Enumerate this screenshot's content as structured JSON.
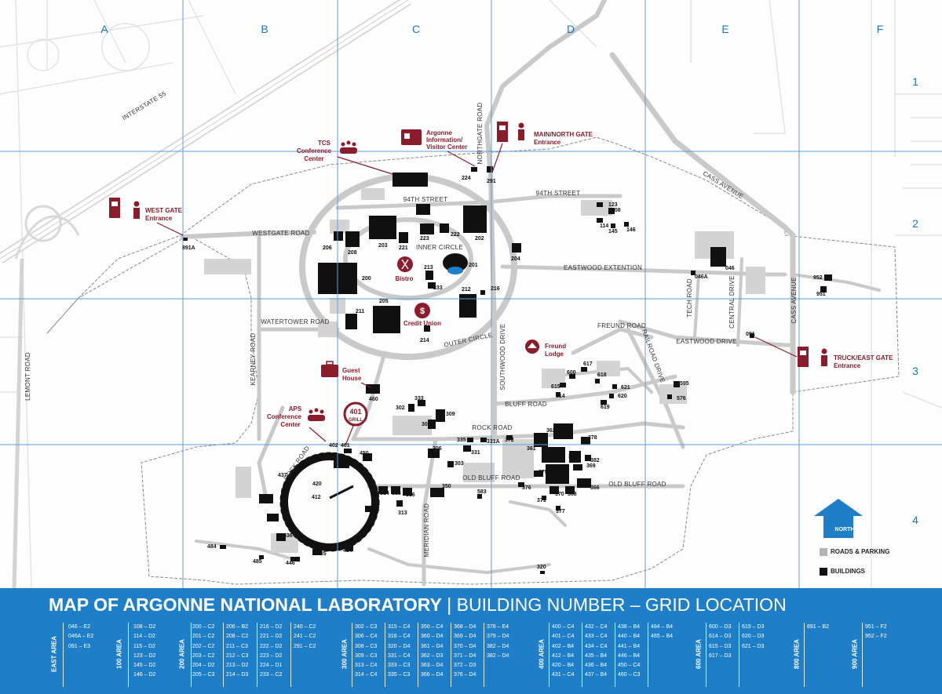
{
  "title": {
    "main": "MAP OF ARGONNE NATIONAL LABORATORY",
    "separator": "|",
    "sub": "BUILDING NUMBER – GRID LOCATION"
  },
  "grid": {
    "columns": [
      "A",
      "B",
      "C",
      "D",
      "E",
      "F"
    ],
    "rows": [
      "1",
      "2",
      "3",
      "4"
    ]
  },
  "roads": {
    "interstate": "INTERSTATE 55",
    "lemont": "LEMONT ROAD",
    "westgate": "WESTGATE ROAD",
    "watertower": "WATERTOWER ROAD",
    "kearney": "KEARNEY ROAD",
    "northgate": "NORTHGATE ROAD",
    "st94_left": "94TH STREET",
    "st94_right": "94TH STREET",
    "inner_circle": "INNER CIRCLE",
    "outer_circle": "OUTER CIRCLE",
    "eastwood_ext": "EASTWOOD EXTENTION",
    "eastwood_drive": "EASTWOOD DRIVE",
    "cass_avenue": "CASS AVENUE",
    "cass_avenue_2": "CASS AVENUE",
    "tech_road": "TECH ROAD",
    "central_drive": "CENTRAL DRIVE",
    "freund_road": "FREUND ROAD",
    "railroad_drive": "RAILROAD DRIVE",
    "southwood": "SOUTHWOOD DRIVE",
    "bluff_road": "BLUFF ROAD",
    "rock_road": "ROCK ROAD",
    "rock_road_2": "ROCK ROAD",
    "old_bluff_1": "OLD BLUFF ROAD",
    "old_bluff_2": "OLD BLUFF ROAD",
    "meridian": "MERIDIAN ROAD"
  },
  "poi": {
    "tcs_1": "TCS",
    "tcs_2": "Conference",
    "tcs_3": "Center",
    "info_1": "Argonne",
    "info_2": "Information/",
    "info_3": "Visitor Center",
    "main_gate_1": "MAIN/NORTH GATE",
    "main_gate_2": "Entrance",
    "west_gate_1": "WEST GATE",
    "west_gate_2": "Entrance",
    "truck_gate_1": "TRUCK/EAST GATE",
    "truck_gate_2": "Entrance",
    "bistro": "Bistro",
    "credit_union": "Credit Union",
    "freund_1": "Freund",
    "freund_2": "Lodge",
    "guest_1": "Guest",
    "guest_2": "House",
    "aps_1": "APS",
    "aps_2": "Conference",
    "aps_3": "Center",
    "grill_1": "401",
    "grill_2": "GRILL"
  },
  "buildings": {
    "b240": "240",
    "b224": "224",
    "b291": "291",
    "b241": "241",
    "b203": "203",
    "b223": "223",
    "b222": "222",
    "b202": "202",
    "b206": "206",
    "b208": "208",
    "b221": "221",
    "b204": "204",
    "b201": "201",
    "b213": "213",
    "b200": "200",
    "b233": "233",
    "b212": "212",
    "b216": "216",
    "b205": "205",
    "b211": "211",
    "b214": "214",
    "b891A": "891A",
    "b123": "123",
    "b108": "108",
    "b114": "114",
    "b145": "145",
    "b146": "146",
    "b046A": "046A",
    "b046": "046",
    "b952": "952",
    "b951": "951",
    "b091": "091",
    "b617": "617",
    "b600": "600",
    "b618": "618",
    "b615": "615",
    "b614": "614",
    "b621": "621",
    "b620": "620",
    "b619": "619",
    "b595": "595",
    "b576": "576",
    "b460": "460",
    "b302": "302",
    "b333": "333",
    "b309": "309",
    "b308": "308",
    "b335": "335",
    "b331A": "331A",
    "b372": "372",
    "b360": "360",
    "b362": "362",
    "b378": "378",
    "b361": "361",
    "b363": "363",
    "b382": "382",
    "b369": "369",
    "b306": "306",
    "b331": "331",
    "b303": "303",
    "b375": "375",
    "b365": "365",
    "b366": "366",
    "b376": "376",
    "b370": "370",
    "b368": "368",
    "b371": "371",
    "b377": "377",
    "b402": "402",
    "b401": "401",
    "b438": "438",
    "b450": "450",
    "b400": "400",
    "b437": "437",
    "b420": "420",
    "b412": "412",
    "b440": "440",
    "b441": "441",
    "b436": "436",
    "b432": "432",
    "b314": "314",
    "b315": "315",
    "b316": "316",
    "b313": "313",
    "b350": "350",
    "b583": "583",
    "b484": "484",
    "b485": "485",
    "b446": "446",
    "b435": "435",
    "b434": "434",
    "b320": "320"
  },
  "legend": {
    "north": "NORTH",
    "roads": "ROADS & PARKING",
    "buildings": "BUILDINGS",
    "roads_color": "#b3b3b3",
    "buildings_color": "#111111"
  },
  "colors": {
    "grid": "#1577c4",
    "poi": "#8b1c2b",
    "footer": "#1e7ec8"
  },
  "index": {
    "east": {
      "label": "EAST AREA",
      "columns": [
        [
          "046 – E2",
          "046A – E2",
          "091 – E3"
        ]
      ]
    },
    "a100": {
      "label": "100 AREA",
      "columns": [
        [
          "108 – D2",
          "114 – D2",
          "115 – D2",
          "123 – D2",
          "145 – D2",
          "146 – D2"
        ]
      ]
    },
    "a200": {
      "label": "200 AREA",
      "columns": [
        [
          "200 – C2",
          "201 – C2",
          "202 – C2",
          "203 – C2",
          "204 – D2",
          "205 – C3"
        ],
        [
          "206 – B2",
          "208 – C2",
          "211 – C3",
          "212 – C3",
          "213 – D2",
          "214 – D3"
        ],
        [
          "216 – D2",
          "221 – D2",
          "222 – D2",
          "223 – D2",
          "224 – D1",
          "233 – C2"
        ],
        [
          "240 – C2",
          "241 – C2",
          "291 – C2"
        ]
      ]
    },
    "a300": {
      "label": "300 AREA",
      "columns": [
        [
          "302 – C3",
          "306 – C4",
          "308 – C3",
          "309 – C3",
          "313 – C4",
          "314 – C4"
        ],
        [
          "315 – C4",
          "316 – C4",
          "320 – D4",
          "331 – C4",
          "333 – C3",
          "335 – C3"
        ],
        [
          "350 – C4",
          "360 – D4",
          "361 – D4",
          "362 – D3",
          "363 – D4",
          "366 – D4"
        ],
        [
          "368 – D4",
          "369 – D4",
          "370 – D4",
          "371 – D4",
          "372 – D3",
          "376 – D4"
        ],
        [
          "378 – E4",
          "379 – D4",
          "382 – D4",
          "382 – D4"
        ]
      ]
    },
    "a400": {
      "label": "400 AREA",
      "columns": [
        [
          "400 – C4",
          "401 – C4",
          "402 – B4",
          "412 – B4",
          "420 – B4",
          "431 – C4"
        ],
        [
          "432 – C4",
          "433 – C4",
          "434 – C4",
          "435 – B4",
          "436 – B4",
          "437 – B4"
        ],
        [
          "438 – B4",
          "440 – B4",
          "441 – B4",
          "446 – B4",
          "450 – C4",
          "460 – C3"
        ],
        [
          "484 – B4",
          "485 – B4"
        ]
      ]
    },
    "a600": {
      "label": "600 AREA",
      "columns": [
        [
          "600 – D3",
          "614 – D3",
          "615 – D3",
          "617 – D3"
        ],
        [
          "619 – D3",
          "620 – D3",
          "621 – D3"
        ]
      ]
    },
    "a800": {
      "label": "800 AREA",
      "columns": [
        [
          "891 – B2"
        ]
      ]
    },
    "a900": {
      "label": "900 AREA",
      "columns": [
        [
          "951 – F2",
          "952 – F2"
        ]
      ]
    }
  }
}
